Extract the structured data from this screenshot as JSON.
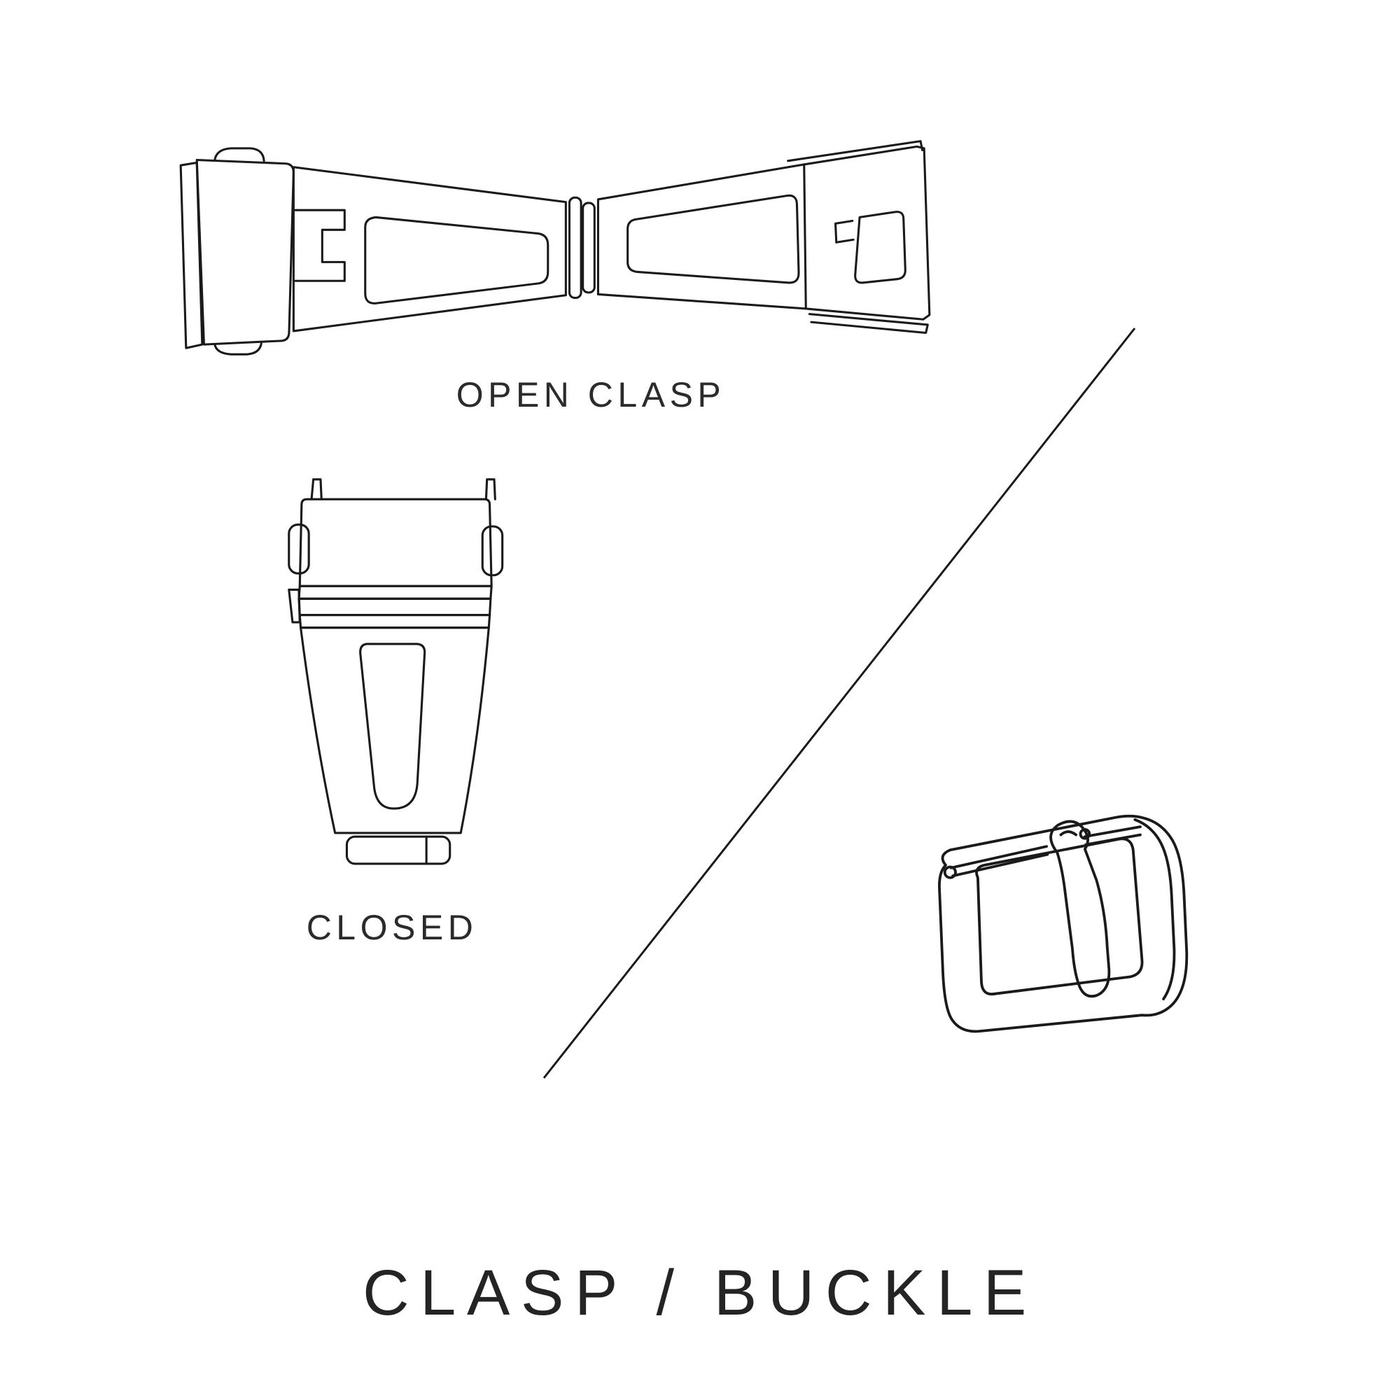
{
  "page": {
    "background": "#ffffff"
  },
  "colors": {
    "line": "#1a1a1a",
    "text": "#2b2b2b"
  },
  "labels": {
    "open_clasp": "OPEN CLASP",
    "closed": "CLOSED"
  },
  "title": "CLASP / BUCKLE",
  "illustrations": {
    "open_clasp": "open-deployant-clasp-line-drawing",
    "closed_clasp": "closed-clasp-line-drawing",
    "buckle": "tang-buckle-line-drawing",
    "divider": "diagonal-divider-line"
  }
}
